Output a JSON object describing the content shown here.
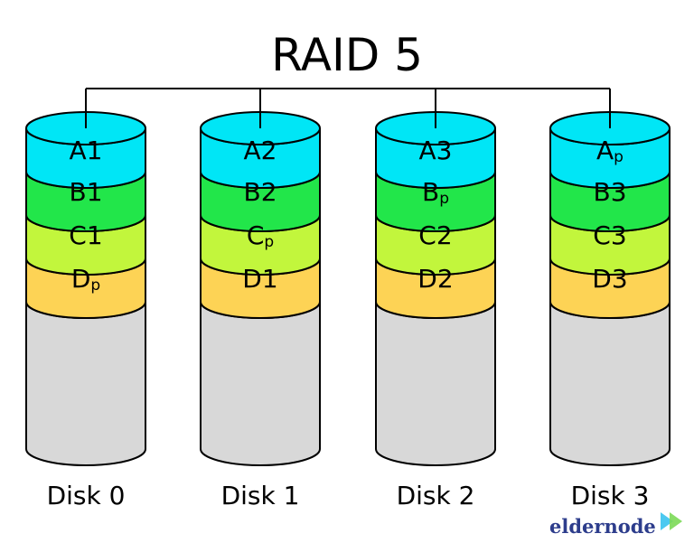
{
  "title": "RAID 5",
  "colors": {
    "row_a": "#00e6f6",
    "row_b": "#22e64a",
    "row_c": "#c2f63c",
    "row_d": "#fdd355",
    "empty": "#d8d8d8",
    "stroke": "#000000",
    "logo_text": "#2d3d8c",
    "logo_accent_1": "#4cc9f0",
    "logo_accent_2": "#7bd957"
  },
  "disks": [
    {
      "label": "Disk 0",
      "blocks": [
        {
          "main": "A",
          "sub": "1"
        },
        {
          "main": "B",
          "sub": "1"
        },
        {
          "main": "C",
          "sub": "1"
        },
        {
          "main": "D",
          "sub": "p"
        }
      ]
    },
    {
      "label": "Disk 1",
      "blocks": [
        {
          "main": "A",
          "sub": "2"
        },
        {
          "main": "B",
          "sub": "2"
        },
        {
          "main": "C",
          "sub": "p"
        },
        {
          "main": "D",
          "sub": "1"
        }
      ]
    },
    {
      "label": "Disk 2",
      "blocks": [
        {
          "main": "A",
          "sub": "3"
        },
        {
          "main": "B",
          "sub": "p"
        },
        {
          "main": "C",
          "sub": "2"
        },
        {
          "main": "D",
          "sub": "2"
        }
      ]
    },
    {
      "label": "Disk 3",
      "blocks": [
        {
          "main": "A",
          "sub": "p"
        },
        {
          "main": "B",
          "sub": "3"
        },
        {
          "main": "C",
          "sub": "3"
        },
        {
          "main": "D",
          "sub": "3"
        }
      ]
    }
  ],
  "logo": {
    "text": "eldernode",
    "icon": "double-play-arrow-icon"
  }
}
